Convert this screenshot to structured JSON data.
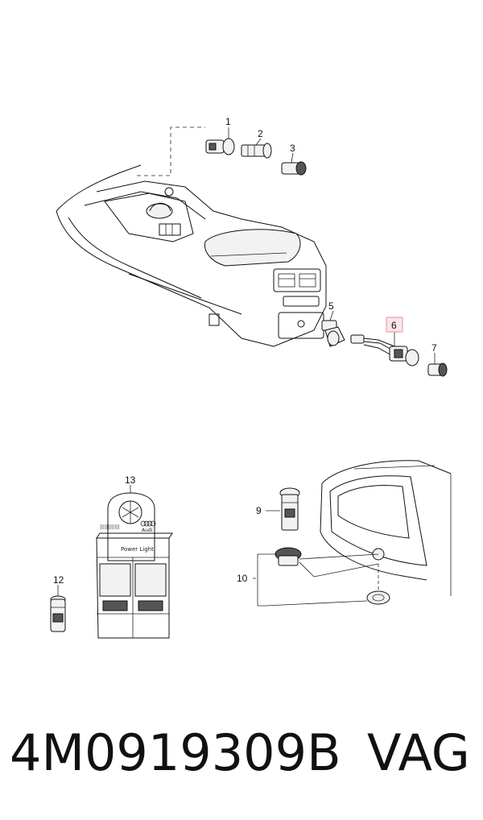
{
  "callouts": {
    "c1": "1",
    "c2": "2",
    "c3": "3",
    "c5": "5",
    "c6": "6",
    "c7": "7",
    "c9": "9",
    "c10": "10",
    "c12": "12",
    "c13": "13"
  },
  "box": {
    "brand_text": "Audi",
    "product_label": "Power Light"
  },
  "footer": {
    "part_number": "4M0919309B",
    "brand": "VAG"
  },
  "colors": {
    "highlight": "#e6a0b0",
    "highlight_fill": "#fbe6ea"
  }
}
